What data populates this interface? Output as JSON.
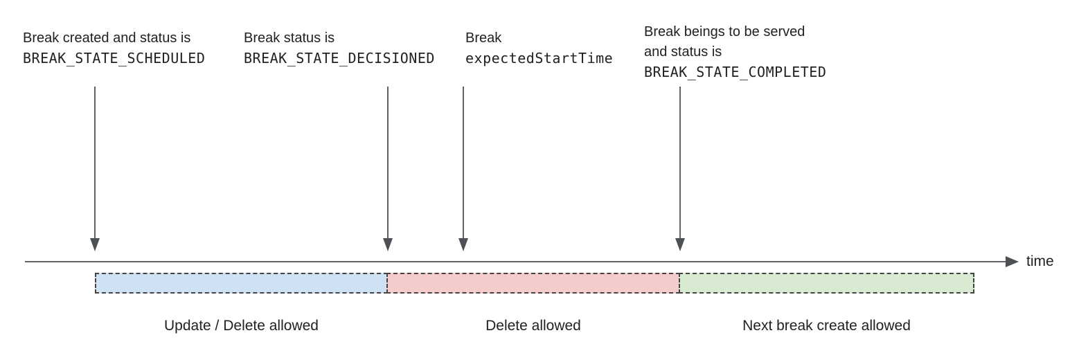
{
  "annotations": [
    {
      "line1": "Break created and status is",
      "code": "BREAK_STATE_SCHEDULED"
    },
    {
      "line1": "Break status is",
      "code": "BREAK_STATE_DECISIONED"
    },
    {
      "line1": "Break",
      "code": "expectedStartTime"
    },
    {
      "line1": "Break beings to be served",
      "line2": "and status is",
      "code": "BREAK_STATE_COMPLETED"
    }
  ],
  "timeline": {
    "axis_label": "time"
  },
  "segments": [
    {
      "label": "Update / Delete allowed",
      "fill": "#cfe2f3"
    },
    {
      "label": "Delete allowed",
      "fill": "#f4cccc"
    },
    {
      "label": "Next break create allowed",
      "fill": "#d9ead3"
    }
  ],
  "colors": {
    "axis_line": "#5f6368",
    "arrowhead": "#4d5156",
    "segment_border": "#434343",
    "text": "#202124"
  }
}
